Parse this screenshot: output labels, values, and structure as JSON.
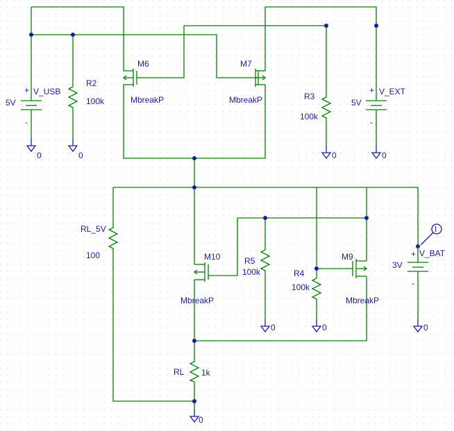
{
  "colors": {
    "wire": "#008000",
    "label": "#1a1aa6",
    "grid": "#c8c8c8",
    "background": "#ffffff"
  },
  "sources": {
    "v_usb": {
      "name": "V_USB",
      "value": "5V"
    },
    "v_ext": {
      "name": "V_EXT",
      "value": "5V"
    },
    "v_bat": {
      "name": "V_BAT",
      "value": "3V"
    }
  },
  "resistors": {
    "r2": {
      "name": "R2",
      "value": "100k"
    },
    "r3": {
      "name": "R3",
      "value": "100k"
    },
    "r4": {
      "name": "R4",
      "value": "100k"
    },
    "r5": {
      "name": "R5",
      "value": "100k"
    },
    "rl_5v": {
      "name": "RL_5V",
      "value": "100"
    },
    "rl": {
      "name": "RL",
      "value": "1k"
    }
  },
  "mosfets": {
    "m6": {
      "name": "M6",
      "model": "MbreakP"
    },
    "m7": {
      "name": "M7",
      "model": "MbreakP"
    },
    "m10": {
      "name": "M10",
      "model": "MbreakP"
    },
    "m9": {
      "name": "M9",
      "model": "MbreakP"
    }
  },
  "ground_label": "0",
  "current_probe": {
    "symbol": "I",
    "icon": "current-probe-icon"
  }
}
